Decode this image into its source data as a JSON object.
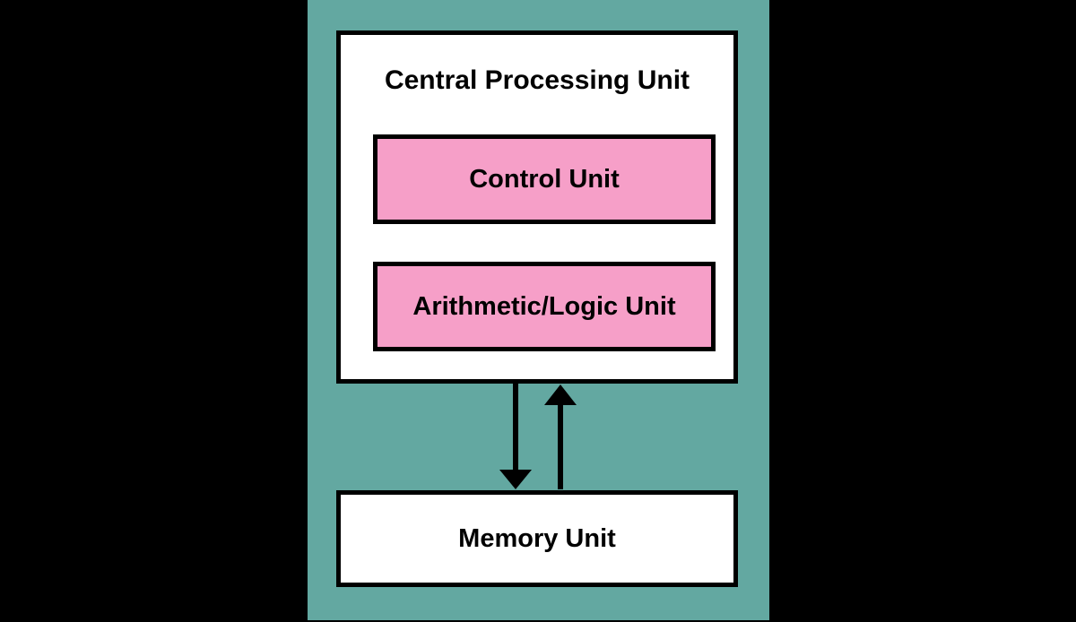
{
  "diagram": {
    "title_block": {
      "label": "Central Processing Unit"
    },
    "components": [
      {
        "id": "control-unit",
        "label": "Control Unit",
        "fill": "#F69FC8"
      },
      {
        "id": "arithmetic-logic-unit",
        "label": "Arithmetic/Logic Unit",
        "fill": "#F69FC8"
      }
    ],
    "memory": {
      "label": "Memory Unit",
      "fill": "#FFFFFF"
    },
    "connectors": [
      {
        "id": "cpu-to-memory-arrow",
        "direction": "down",
        "from": "Central Processing Unit",
        "to": "Memory Unit"
      },
      {
        "id": "memory-to-cpu-arrow",
        "direction": "up",
        "from": "Memory Unit",
        "to": "Central Processing Unit"
      }
    ],
    "colors": {
      "background": "#000000",
      "panel": "#63A8A1",
      "box_fill": "#FFFFFF",
      "accent": "#F69FC8",
      "stroke": "#000000"
    }
  }
}
